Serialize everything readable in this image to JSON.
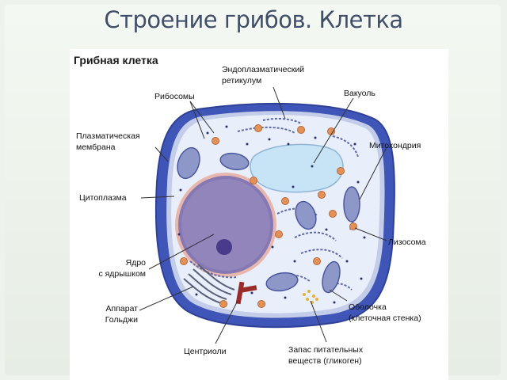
{
  "slide": {
    "title": "Строение грибов. Клетка"
  },
  "figure": {
    "heading": "Грибная клетка",
    "labels": {
      "er_line1": "Эндоплазматический",
      "er_line2": "ретикулум",
      "vacuole": "Вакуоль",
      "ribosomes": "Рибосомы",
      "membrane_line1": "Плазматическая",
      "membrane_line2": "мембрана",
      "mitochondrion": "Митохондрия",
      "cytoplasm": "Цитоплазма",
      "lysosome": "Лизосома",
      "nucleus_line1": "Ядро",
      "nucleus_line2": "с ядрышком",
      "wall_line1": "Оболочка",
      "wall_line2": "(клеточная стенка)",
      "golgi_line1": "Аппарат",
      "golgi_line2": "Гольджи",
      "centrioles": "Центриоли",
      "glycogen_line1": "Запас питательных",
      "glycogen_line2": "веществ (гликоген)"
    }
  },
  "colors": {
    "cell_wall": "#3f56b8",
    "membrane": "#c3cdea",
    "cytoplasm": "#e9eefb",
    "vacuole": "#c6e4f5",
    "nucleus": "#8578b3",
    "nucleolus": "#4a3a8c",
    "mitochondria": "#8d97c8",
    "lysosome": "#e39059",
    "centriole": "#9b2b2b",
    "glycogen": "#e6b23a"
  }
}
